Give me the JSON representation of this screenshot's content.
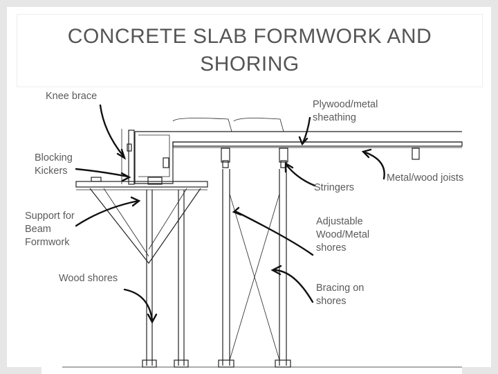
{
  "title": "CONCRETE SLAB FORMWORK AND SHORING",
  "labels": {
    "knee_brace": "Knee brace",
    "plywood_sheathing": [
      "Plywood/metal",
      "sheathing"
    ],
    "blocking_kickers": [
      "Blocking",
      "Kickers"
    ],
    "metal_wood_joists": "Metal/wood joists",
    "stringers": "Stringers",
    "support_beam_formwork": [
      "Support for",
      "Beam",
      "Formwork"
    ],
    "adjustable_shores": [
      "Adjustable",
      "Wood/Metal",
      "shores"
    ],
    "wood_shores": "Wood shores",
    "bracing_on_shores": [
      "Bracing on",
      "shores"
    ]
  },
  "colors": {
    "background": "#e6e6e6",
    "title_text": "#555555",
    "label_text": "#5a5a5a",
    "drawing_ink": "#222222"
  }
}
